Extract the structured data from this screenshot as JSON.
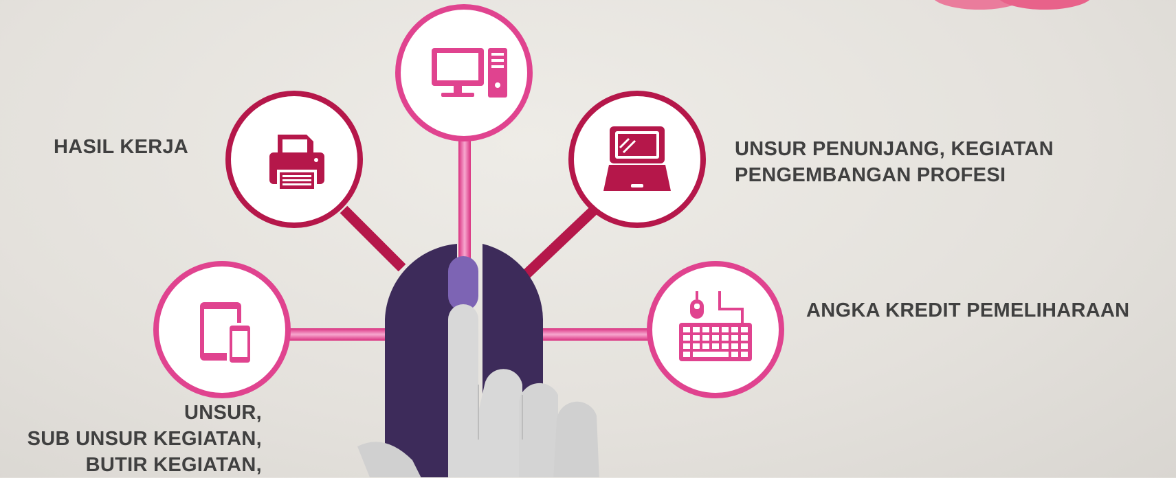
{
  "labels": {
    "hasil_kerja": "HASIL KERJA",
    "unsur_penunjang": [
      "UNSUR PENUNJANG, KEGIATAN",
      "PENGEMBANGAN PROFESI"
    ],
    "angka_kredit": "ANGKA KREDIT PEMELIHARAAN",
    "unsur_list": [
      "UNSUR,",
      "SUB UNSUR KEGIATAN,",
      "BUTIR KEGIATAN,"
    ]
  },
  "nodes": [
    {
      "id": "printer",
      "icon": "printer-icon",
      "color": "#b5174a"
    },
    {
      "id": "desktop",
      "icon": "desktop-computer-icon",
      "color": "#e0438f"
    },
    {
      "id": "laptop",
      "icon": "laptop-icon",
      "color": "#b5174a"
    },
    {
      "id": "devices",
      "icon": "tablet-phone-icon",
      "color": "#e0438f"
    },
    {
      "id": "keyboard",
      "icon": "keyboard-mouse-icon",
      "color": "#e0438f"
    }
  ],
  "colors": {
    "crimson": "#b5174a",
    "pink": "#e0438f",
    "mouse": "#3d2b5a",
    "scroll": "#7d64b4",
    "hand": "#d8d8d8",
    "text": "#404040"
  }
}
